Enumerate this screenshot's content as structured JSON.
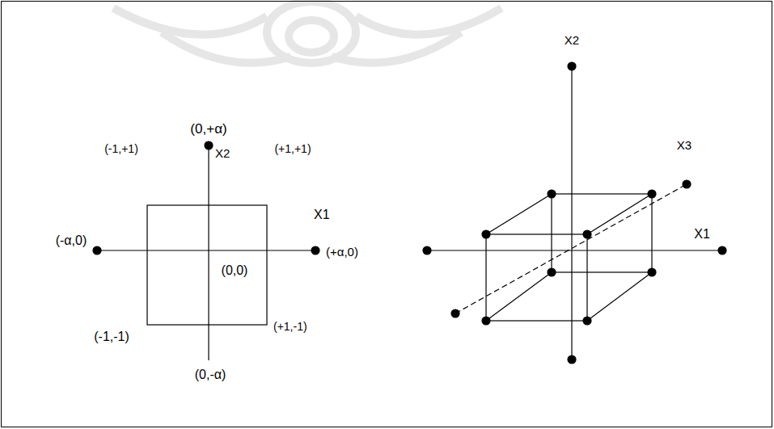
{
  "diagram": {
    "labels": [
      "(0,+α)",
      "X2",
      "(-1,+1)",
      "(+1,+1)",
      "X1",
      "(-α,0)",
      "(+α,0)",
      "(0,0)",
      "(-1,-1)",
      "(+1,-1)",
      "(0,-α)",
      "X2",
      "X3",
      "X1"
    ]
  }
}
